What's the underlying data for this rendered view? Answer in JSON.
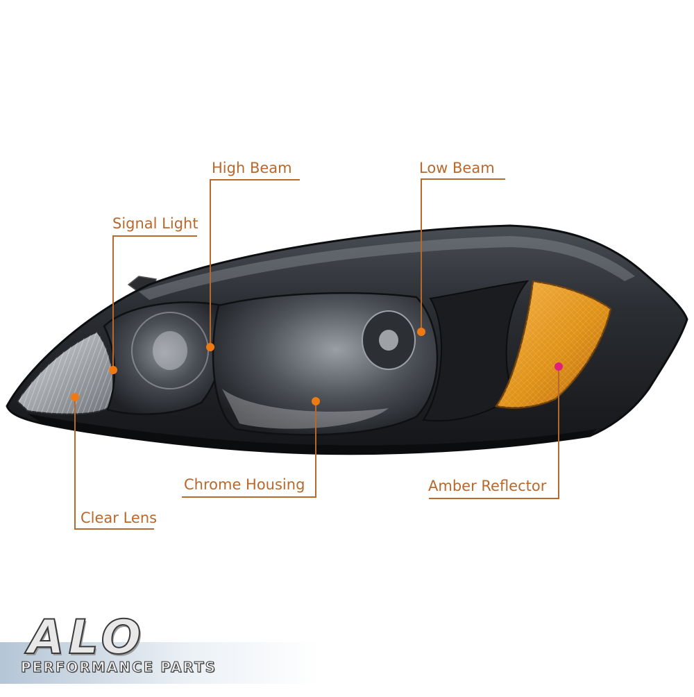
{
  "callouts": {
    "high_beam": "High Beam",
    "low_beam": "Low Beam",
    "signal_light": "Signal Light",
    "chrome_housing": "Chrome Housing",
    "amber_reflector": "Amber Reflector",
    "clear_lens": "Clear Lens"
  },
  "brand": {
    "logo": "ALO",
    "tagline": "PERFORMANCE PARTS"
  },
  "colors": {
    "callout": "#b9682b",
    "dot": "#f07a12",
    "amber_dot": "#e0217a",
    "housing": "#1c1e22",
    "amber": "#e0921a"
  }
}
